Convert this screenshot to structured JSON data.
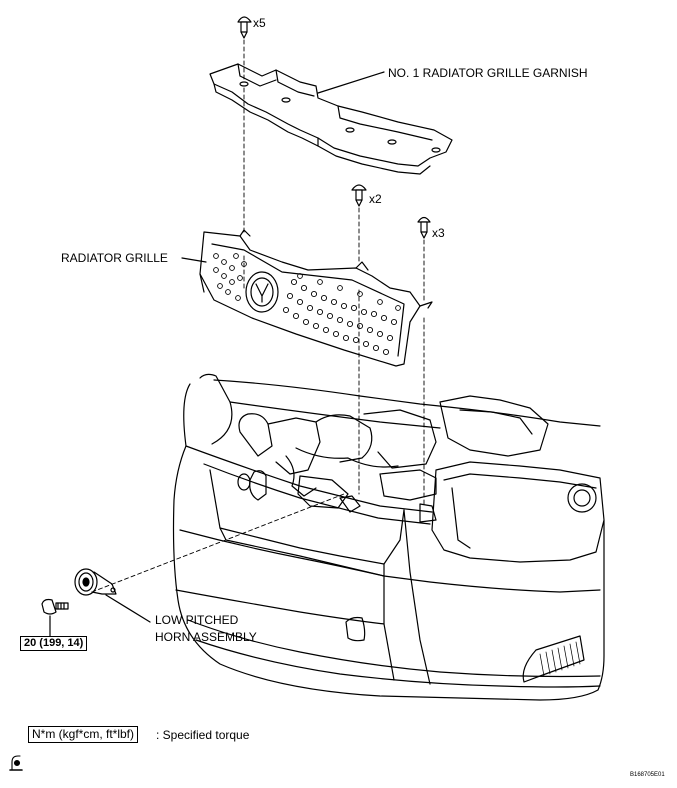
{
  "labels": {
    "garnish": "NO. 1 RADIATOR GRILLE GARNISH",
    "grille": "RADIATOR GRILLE",
    "horn_line1": "LOW PITCHED",
    "horn_line2": "HORN ASSEMBLY"
  },
  "quantities": {
    "clips_top": "x5",
    "clips_middle": "x2",
    "clips_right": "x3"
  },
  "torque": {
    "value": "20 (199, 14)"
  },
  "legend": {
    "unit": "N*m (kgf*cm, ft*lbf)",
    "description": ": Specified torque"
  },
  "figure_id": "B168705E01",
  "icons": [
    "clip-icon",
    "bolt-icon",
    "torque-symbol-icon"
  ]
}
